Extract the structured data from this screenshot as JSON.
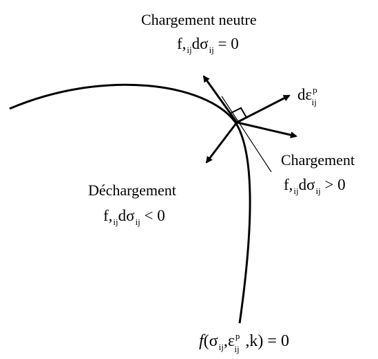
{
  "labels": {
    "neutral_title": "Chargement neutre",
    "neutral_f": "f,",
    "neutral_f_sub": "ij",
    "neutral_dsigma": "dσ",
    "neutral_dsigma_sub": "ij",
    "neutral_rel": " = 0",
    "strain_d": "dε",
    "strain_sup": "p",
    "strain_sub": "ij",
    "loading_title": "Chargement",
    "loading_f": "f,",
    "loading_f_sub": "ij",
    "loading_dsigma": "dσ",
    "loading_dsigma_sub": "ij",
    "loading_rel": " > 0",
    "unloading_title": "Déchargement",
    "unloading_f": "f,",
    "unloading_f_sub": "ij",
    "unloading_dsigma": "dσ",
    "unloading_dsigma_sub": "ij",
    "unloading_rel": " < 0",
    "surface_f": "f",
    "surface_open": "(σ",
    "surface_sigma_sub": "ij",
    "surface_comma1": ",ε",
    "surface_eps_sup": "p",
    "surface_eps_sub": "ij",
    "surface_rest": ",k) = 0"
  },
  "colors": {
    "ink": "#000000",
    "background": "#ffffff"
  }
}
